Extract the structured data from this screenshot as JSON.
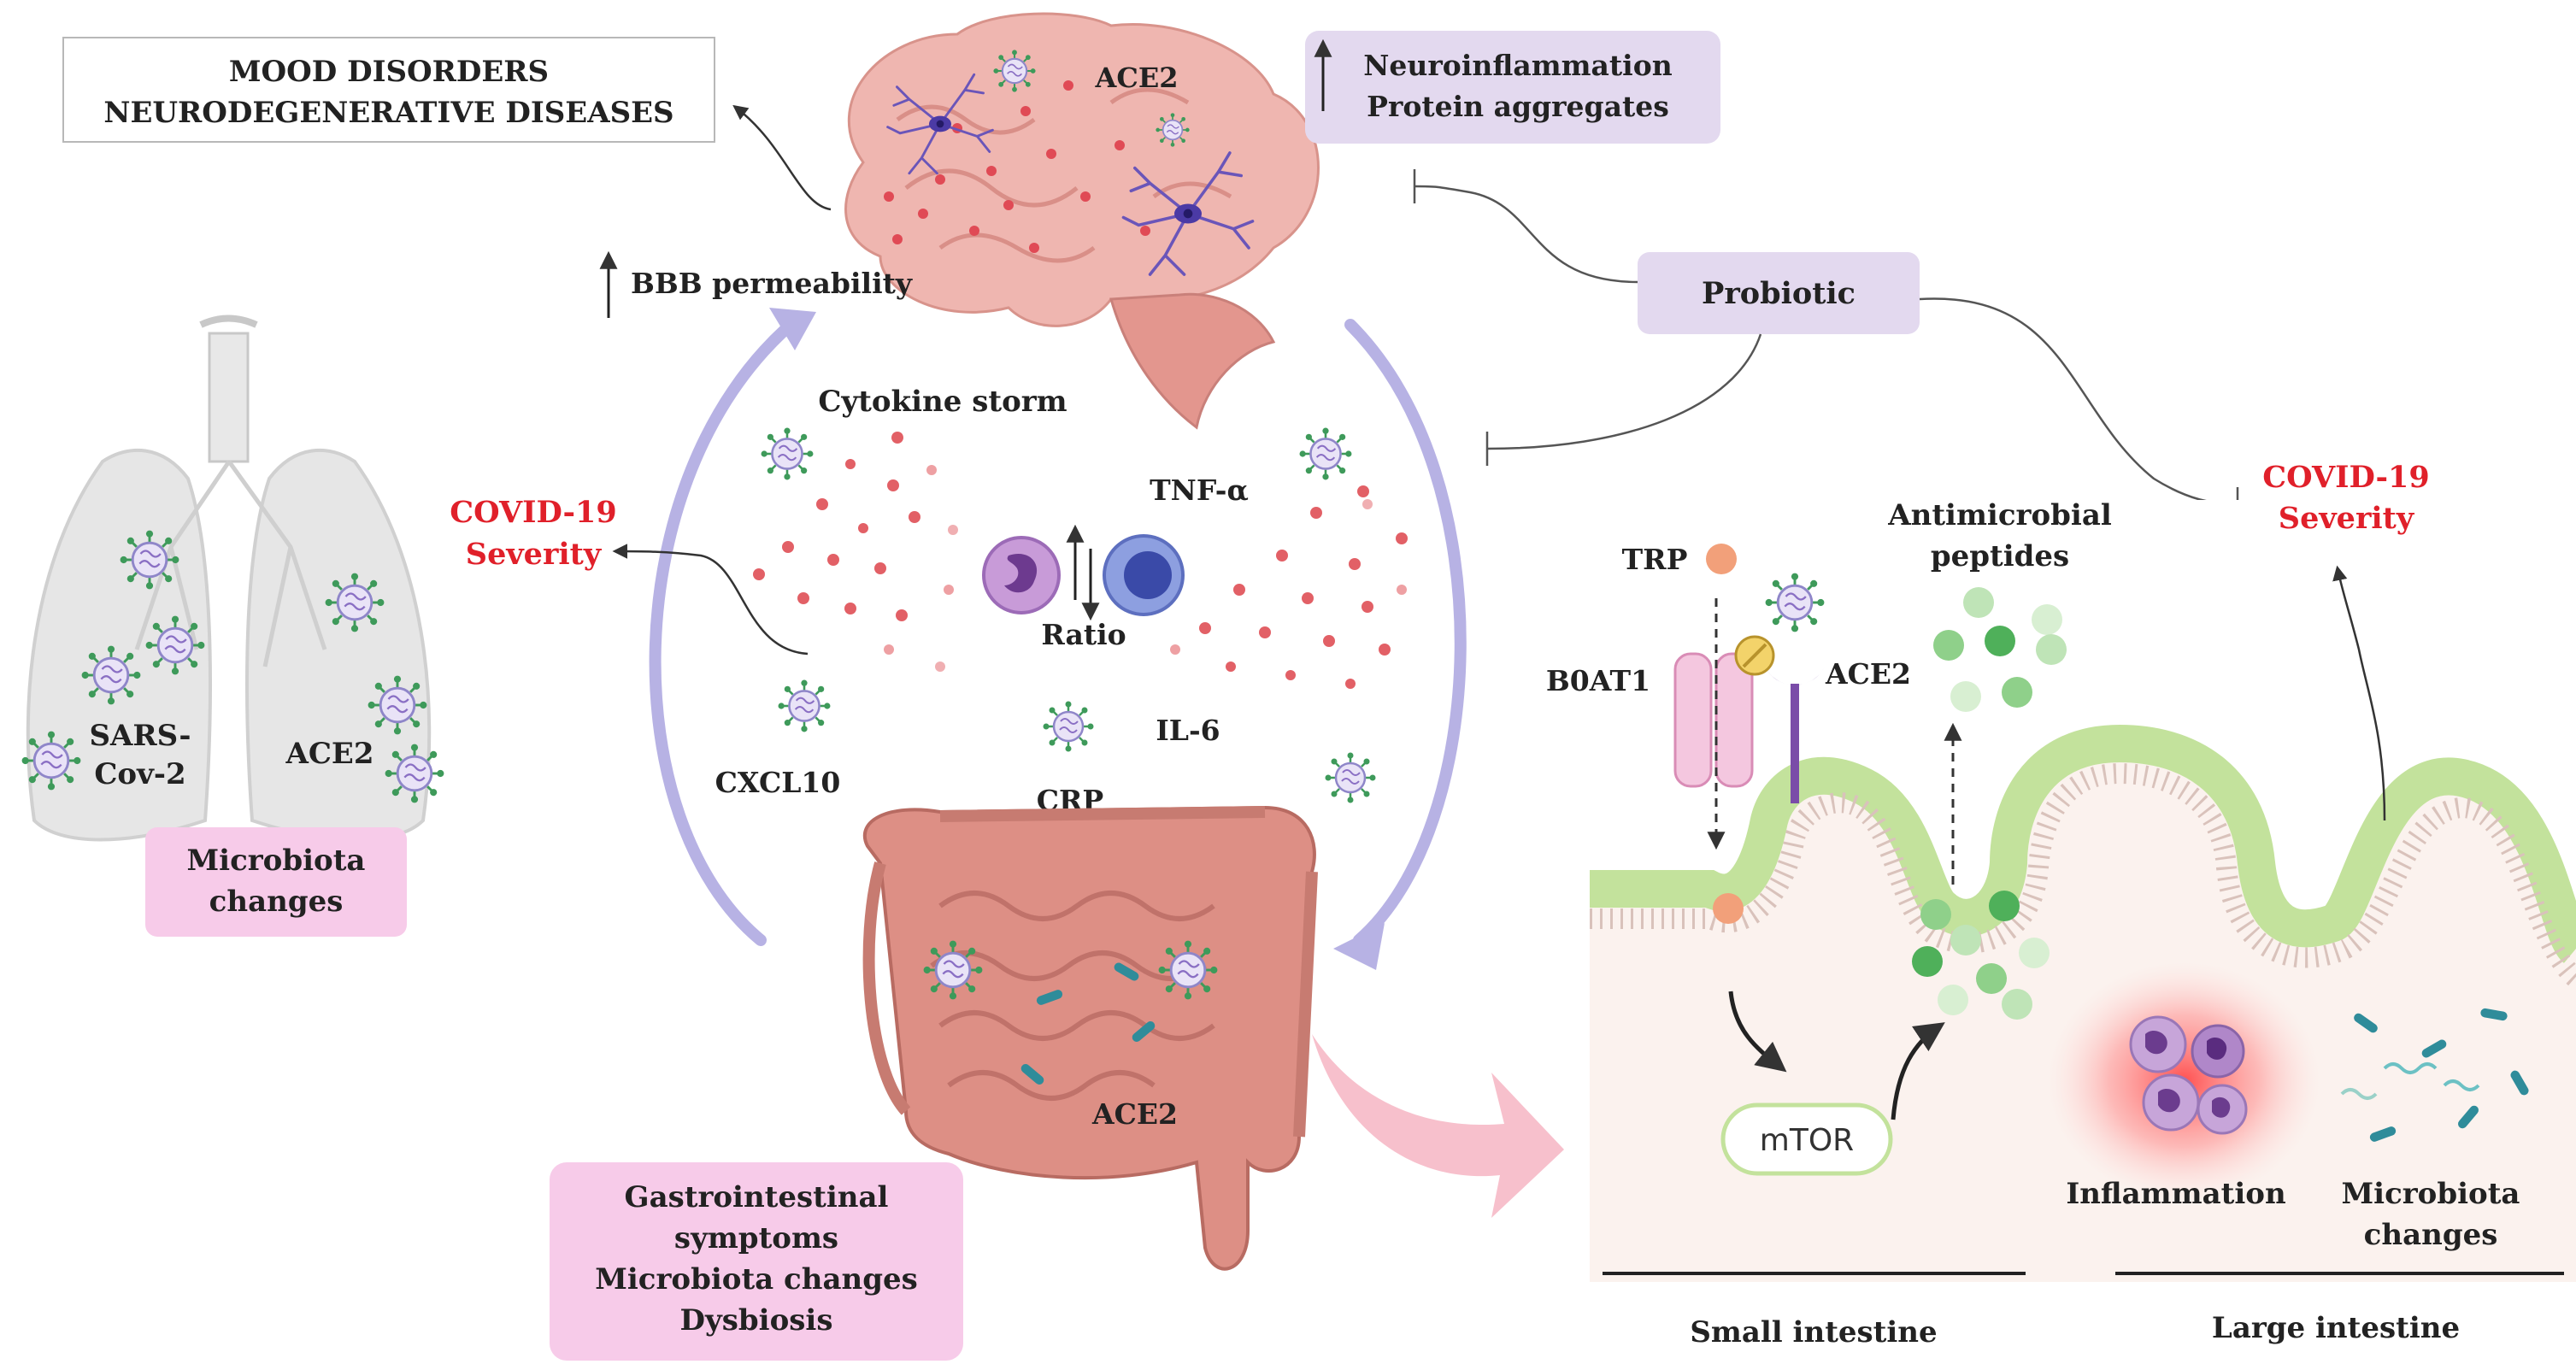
{
  "labels": {
    "mood_line1": "MOOD DISORDERS",
    "mood_line2": "NEURODEGENERATIVE DISEASES",
    "brain_ace2": "ACE2",
    "neuro_line1": "Neuroinflammation",
    "neuro_line2": "Protein aggregates",
    "bbb": "BBB permeability",
    "probiotic": "Probiotic",
    "cytokine_storm": "Cytokine storm",
    "tnf": "TNF-α",
    "ratio": "Ratio",
    "il6": "IL-6",
    "cxcl10": "CXCL10",
    "crp": "CRP",
    "covid_left_1": "COVID-19",
    "covid_left_2": "Severity",
    "covid_right_1": "COVID-19",
    "covid_right_2": "Severity",
    "sars_1": "SARS-",
    "sars_2": "Cov-2",
    "lung_ace2": "ACE2",
    "lung_micro_1": "Microbiota",
    "lung_micro_2": "changes",
    "gut_ace2": "ACE2",
    "gi_1": "Gastrointestinal",
    "gi_2": "symptoms",
    "gi_3": "Microbiota changes",
    "gi_4": "Dysbiosis",
    "trp": "TRP",
    "b0at1": "B0AT1",
    "intestine_ace2": "ACE2",
    "amp_1": "Antimicrobial",
    "amp_2": "peptides",
    "mtor": "mTOR",
    "inflammation": "Inflammation",
    "large_micro_1": "Microbiota",
    "large_micro_2": "changes",
    "small_intestine": "Small intestine",
    "large_intestine": "Large intestine"
  },
  "colors": {
    "severity_red": "#e0202a",
    "purple_box": "#e3d9ef",
    "pink_box": "#f7cbe9",
    "cycle_arrow": "#b7b2e4",
    "cytokine_dot": "#e26066",
    "villus_green": "#c3e29c",
    "brain_pink": "#efb6b0",
    "gut_pink": "#dd8f85"
  },
  "icons": [
    "virus-icon",
    "neuron-icon",
    "monocyte-icon",
    "lymphocyte-icon",
    "bacteria-icon",
    "neutrophil-icon",
    "transporter-icon"
  ]
}
